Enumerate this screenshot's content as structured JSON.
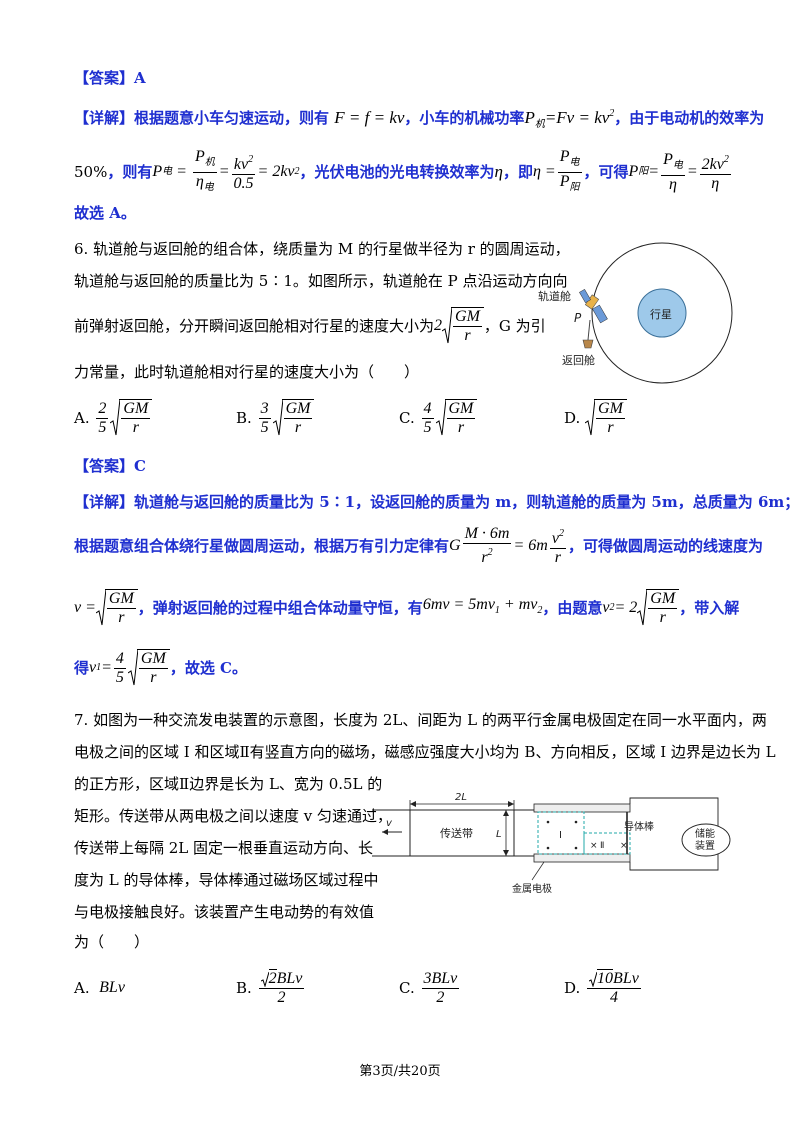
{
  "q5": {
    "answer_tag": "【答案】",
    "answer": "A",
    "detail_tag": "【详解】",
    "line1_a": "根据题意小车匀速运动，则有",
    "line1_eq": "F = f = kv",
    "line1_b": "，小车的机械功率",
    "line1_c": "，由于电动机的效率为",
    "line2_pct": "50%",
    "line2_a": "，则有",
    "line2_b": "，光伏电池的光电转换效率为",
    "line2_c": "，即",
    "line2_d": "，可得",
    "conclusion": "故选 A。"
  },
  "q6": {
    "stem_line1": "6. 轨道舱与返回舱的组合体，绕质量为 M 的行星做半径为 r 的圆周运动，",
    "stem_line2": "轨道舱与返回舱的质量比为 5∶1。如图所示，轨道舱在 P 点沿运动方向向",
    "stem_line3a": "前弹射返回舱，分开瞬间返回舱相对行星的速度大小为",
    "stem_line3b": "，G 为引",
    "stem_line4": "力常量，此时轨道舱相对行星的速度大小为（　　）",
    "options": [
      "A.",
      "B.",
      "C.",
      "D."
    ],
    "figure": {
      "orbiter": "轨道舱",
      "point": "P",
      "planet": "行星",
      "capsule": "返回舱"
    },
    "answer_tag": "【答案】",
    "answer": "C",
    "detail_tag": "【详解】",
    "d1": "轨道舱与返回舱的质量比为 5∶1，设返回舱的质量为 m，则轨道舱的质量为 5m，总质量为 6m；",
    "d2a": "根据题意组合体绕行星做圆周运动，根据万有引力定律有",
    "d2b": "，可得做圆周运动的线速度为",
    "d3a": "，弹射返回舱的过程中组合体动量守恒，有",
    "d3b": "，由题意",
    "d3c": "，带入解",
    "d4a": "得",
    "d4b": "，故选 C。"
  },
  "q7": {
    "l1": "7. 如图为一种交流发电装置的示意图，长度为 2L、间距为 L 的两平行金属电极固定在同一水平面内，两",
    "l2": "电极之间的区域 I 和区域Ⅱ有竖直方向的磁场，磁感应强度大小均为 B、方向相反，区域 I 边界是边长为 L",
    "l3": "的正方形，区域Ⅱ边界是长为 L、宽为 0.5L 的",
    "l4": "矩形。传送带从两电极之间以速度 v 匀速通过，",
    "l5": "传送带上每隔 2L 固定一根垂直运动方向、长",
    "l6": "度为 L 的导体棒，导体棒通过磁场区域过程中",
    "l7": "与电极接触良好。该装置产生电动势的有效值",
    "l8": "为（　　）",
    "options": [
      "A.",
      "B.",
      "C.",
      "D."
    ],
    "figure": {
      "len": "2L",
      "v": "v",
      "belt": "传送带",
      "L": "L",
      "rod": "导体棒",
      "r1": "I",
      "r2": "Ⅱ",
      "electrode": "金属电极",
      "storage1": "储能",
      "storage2": "装置"
    }
  },
  "footer": "第3页/共20页"
}
